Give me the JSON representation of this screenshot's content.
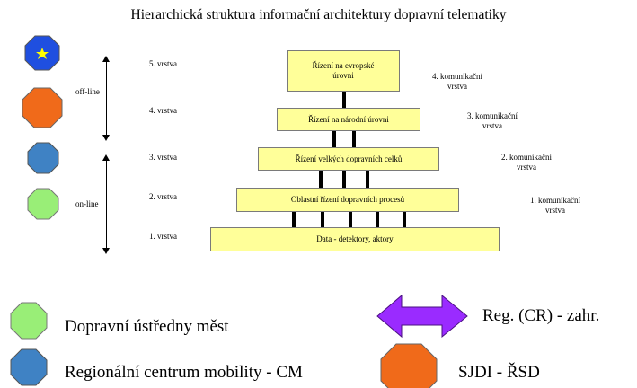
{
  "title": "Hierarchická struktura informační architektury dopravní telematiky",
  "side": {
    "offline": "off-line",
    "online": "on-line"
  },
  "layers": [
    "5. vrstva",
    "4. vrstva",
    "3. vrstva",
    "2. vrstva",
    "1. vrstva"
  ],
  "boxes": {
    "european_line1": "Řízení na evropské",
    "european_line2": "úrovni",
    "national": "Řízení na národní úrovni",
    "large_units": "Řízení velkých dopravních celků",
    "regional": "Oblastní řízení dopravních procesů",
    "data": "Data - detektory, aktory"
  },
  "comm_layers": [
    {
      "line1": "4. komunikační",
      "line2": "vrstva"
    },
    {
      "line1": "3. komunikační",
      "line2": "vrstva"
    },
    {
      "line1": "2. komunikační",
      "line2": "vrstva"
    },
    {
      "line1": "1. komunikační",
      "line2": "vrstva"
    }
  ],
  "legend": {
    "green": "Dopravní ústředny měst",
    "blue": "Regionální centrum mobility - CM",
    "purple": "Reg. (CR) - zahr.",
    "orange": "SJDI - ŘSD"
  },
  "colors": {
    "blue_eu": "#1f4fe0",
    "orange": "#f06a1a",
    "steel_blue": "#3f82c4",
    "green": "#99ee77",
    "purple": "#9a2bff",
    "box_fill": "#ffff99",
    "star": "#ffff00"
  }
}
